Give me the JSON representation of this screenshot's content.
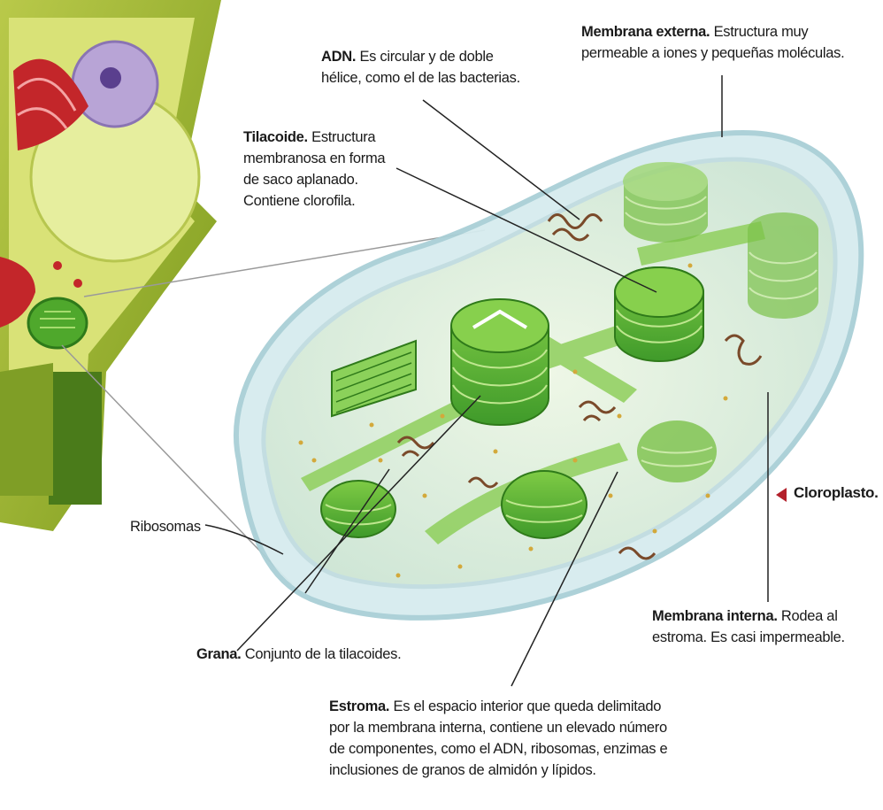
{
  "labels": {
    "adn": {
      "term": "ADN.",
      "text": "Es circular y de doble hélice, como el de las bacterias."
    },
    "membrana_externa": {
      "term": "Membrana externa.",
      "text": "Estructura muy permeable a iones y pequeñas moléculas."
    },
    "tilacoide": {
      "term": "Tilacoide.",
      "text": "Estructura membranosa en forma de saco aplanado. Contiene clorofila."
    },
    "ribosomas": {
      "text": "Ribosomas"
    },
    "grana": {
      "term": "Grana.",
      "text": "Conjunto de la tilacoides."
    },
    "membrana_interna": {
      "term": "Membrana interna.",
      "text": "Rodea al estroma. Es casi impermeable."
    },
    "estroma": {
      "term": "Estroma.",
      "text": "Es el espacio interior que queda delimitado por la membrana interna, contiene un elevado número de componentes, como el ADN, ribosomas, enzimas e inclusiones de granos de almidón y lípidos."
    },
    "cloroplasto": {
      "text": "Cloroplasto."
    }
  },
  "colors": {
    "chloroplast_green": "#6dbb3c",
    "membrane_blue": "#c9e4ea",
    "cell_wall_green": "#8fae1f",
    "dna_brown": "#7a4a2a",
    "caption_arrow_red": "#b3202b",
    "leader_line": "#222222"
  }
}
